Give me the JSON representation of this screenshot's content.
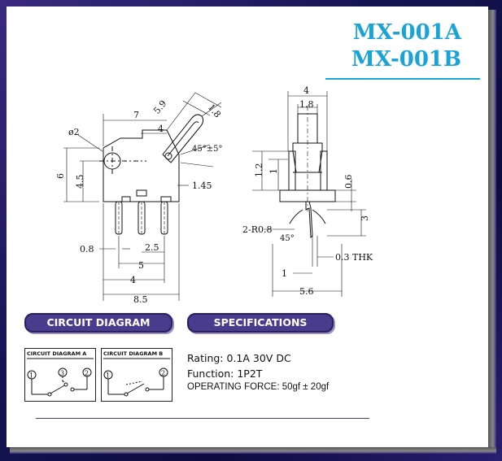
{
  "models": [
    "MX-001A",
    "MX-001B"
  ],
  "colors": {
    "accent": "#1aa3d6",
    "pill": "#4a3c8c",
    "frame": "#141452"
  },
  "side_view": {
    "dims": {
      "d1": "5.9",
      "d2": "1.8",
      "d3": "7",
      "d4": "4",
      "d5": "ø2",
      "d6": "45°±5°",
      "d7": "6",
      "d8": "4.5",
      "d9": "1.45",
      "d10": "0.8",
      "d11": "2.5",
      "d12": "5",
      "d13": "4",
      "d14": "8.5"
    }
  },
  "front_view": {
    "dims": {
      "d1": "4",
      "d2": "1.8",
      "d3": "1.2",
      "d4": "1",
      "d5": "0.6",
      "d6": "3",
      "d7": "2-R0.8",
      "d8": "45°",
      "d9": "0.3  THK",
      "d10": "1",
      "d11": "5.6"
    }
  },
  "sections": {
    "circuit": "CIRCUIT DIAGRAM",
    "specs": "SPECIFICATIONS"
  },
  "circuit_a": {
    "title": "CIRCUIT DIAGRAM  A",
    "t1": "1",
    "t2": "2",
    "t3": "3"
  },
  "circuit_b": {
    "title": "CIRCUIT DIAGRAM  B",
    "t1": "1",
    "t2": "2"
  },
  "specs": [
    "Rating: 0.1A 30V DC",
    "Function: 1P2T",
    "OPERATING FORCE: 50gf ± 20gf"
  ]
}
